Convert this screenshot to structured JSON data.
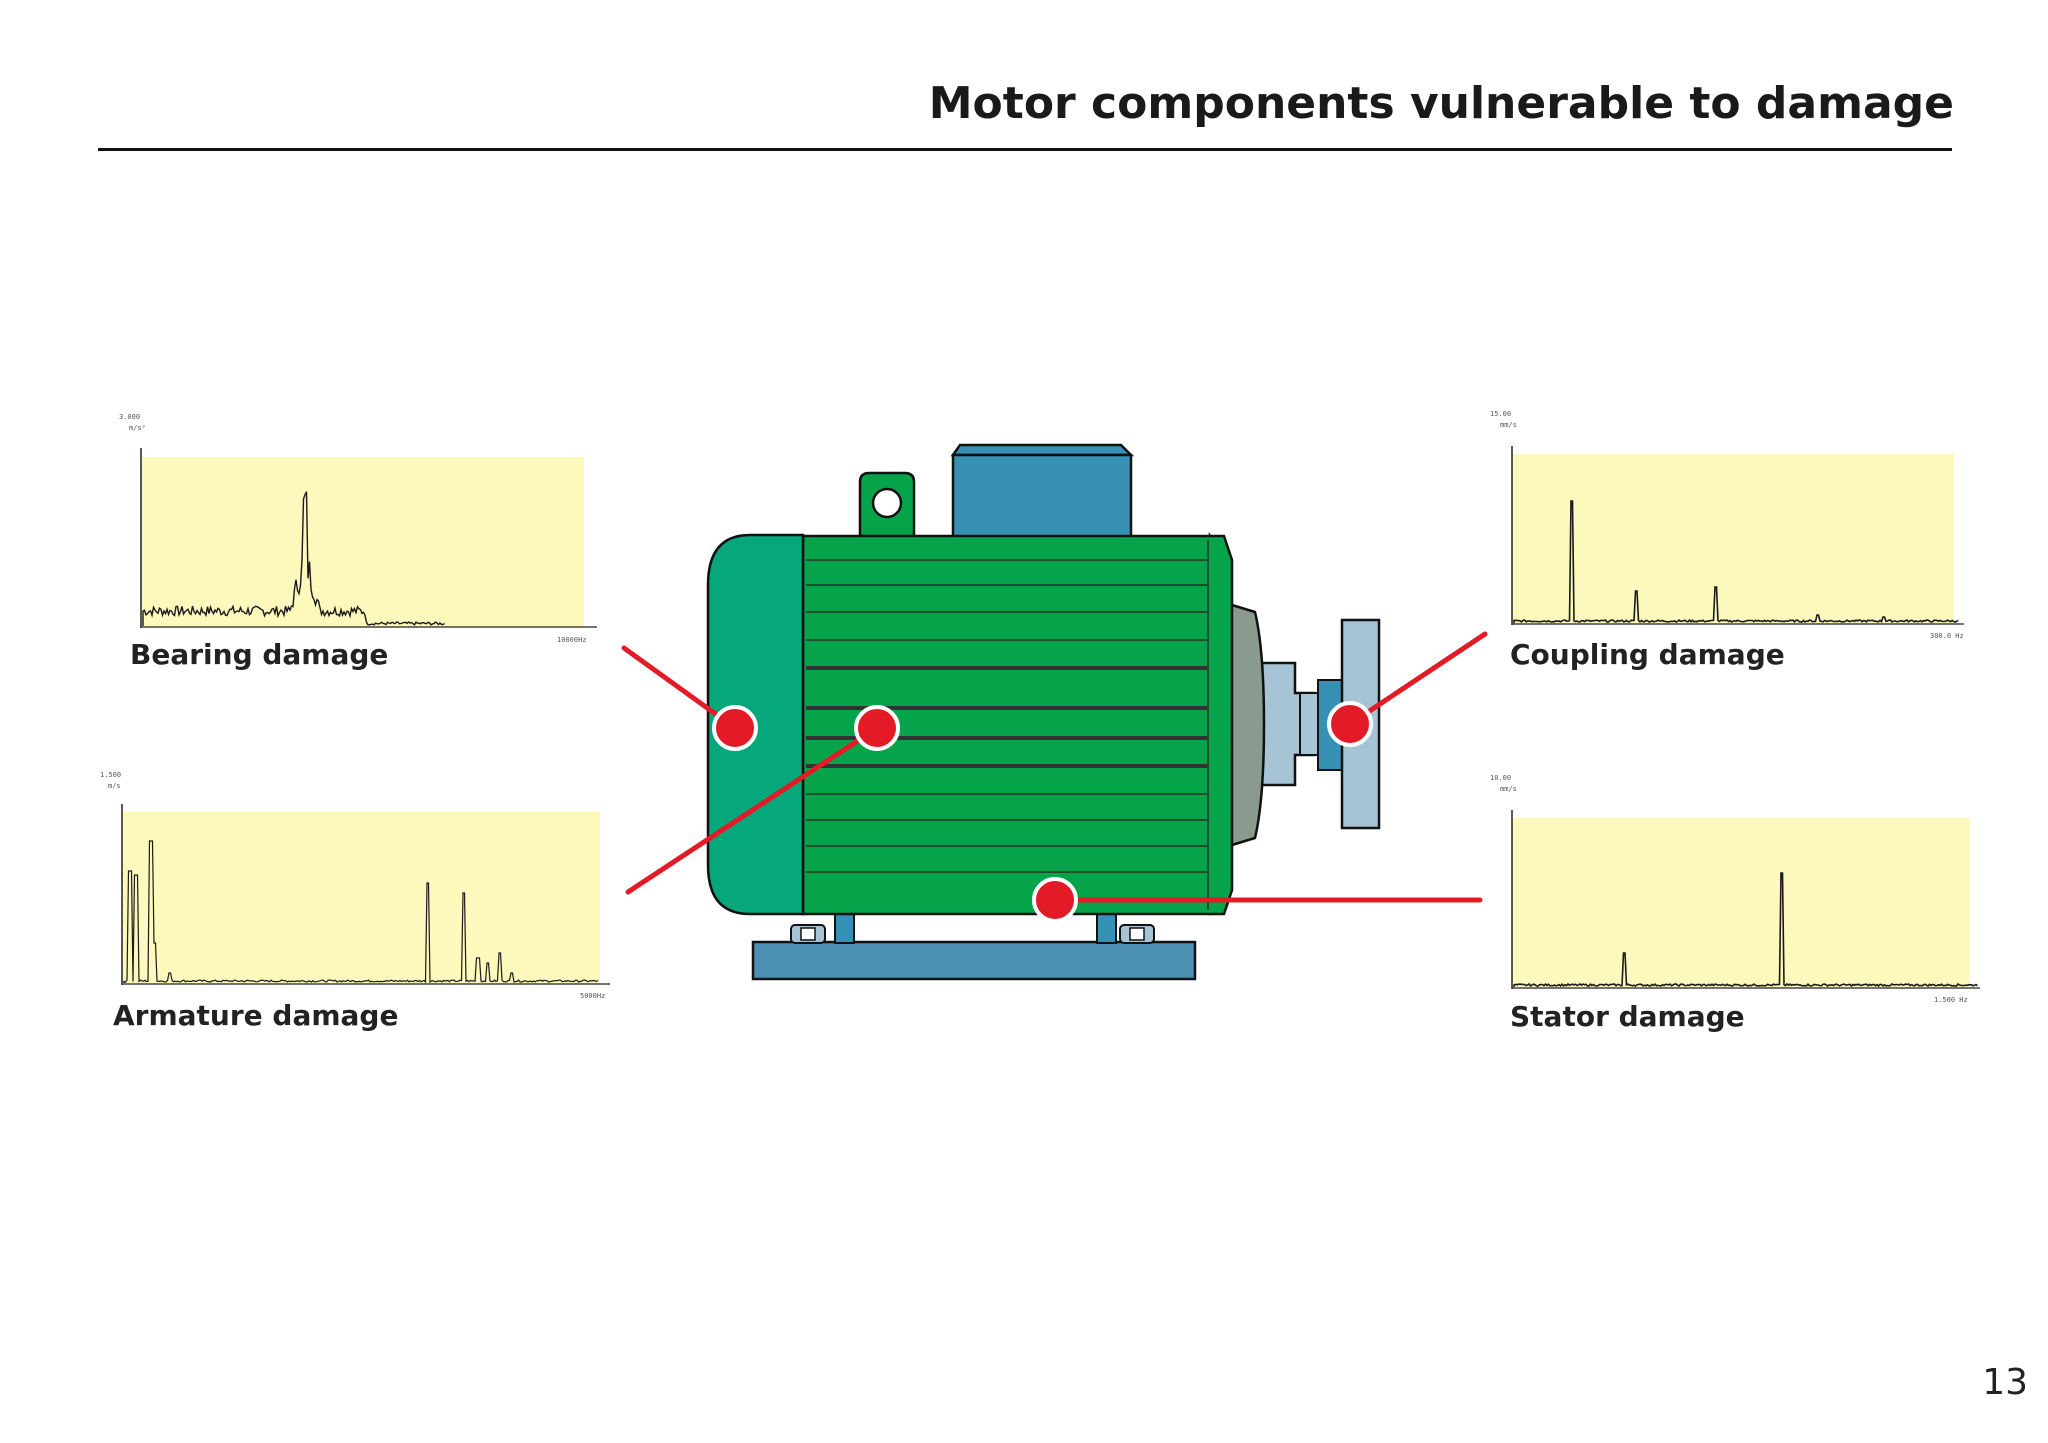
{
  "page": {
    "title": "Motor components vulnerable to damage",
    "page_number": "13"
  },
  "labels": {
    "bearing": "Bearing damage",
    "armature": "Armature damage",
    "coupling": "Coupling damage",
    "stator": "Stator damage"
  },
  "colors": {
    "motor_body": "#05a44a",
    "end_cap": "#07a77c",
    "terminal_box": "#3691b4",
    "base": "#4b90b2",
    "coupling": "#a6c4d6",
    "end_bell": "#8a9a8e",
    "marker": "#e21b26",
    "plot_background": "#fdf8bb"
  },
  "spectra": {
    "bearing": {
      "y_max": "3.000",
      "y_unit": "m/s²",
      "x_max": "10000Hz"
    },
    "armature": {
      "y_max": "1.500",
      "y_unit": "m/s",
      "x_max": "5000Hz"
    },
    "coupling": {
      "y_max": "15.00",
      "y_unit": "mm/s",
      "x_max": "300.0 Hz"
    },
    "stator": {
      "y_max": "10.00",
      "y_unit": "mm/s",
      "x_max": "1.500 Hz"
    }
  }
}
